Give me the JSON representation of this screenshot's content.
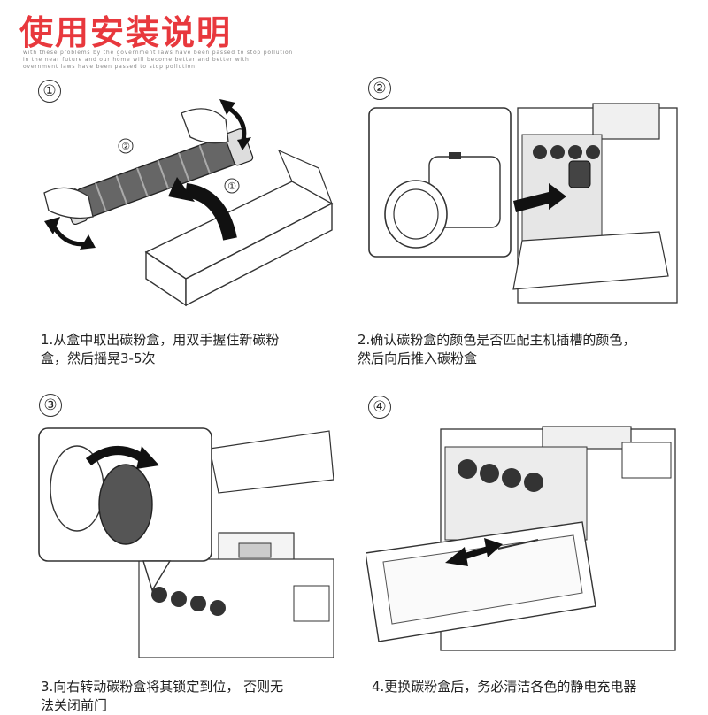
{
  "header": {
    "title": "使用安装说明",
    "subtitle_lines": [
      "with these problems by the government Laws have been passed to stop pollution",
      "in the near future and our home will become better and better with",
      "overnment Laws have been passed to stop pollution"
    ]
  },
  "steps": [
    {
      "number": "①",
      "part_labels": [
        "②",
        "①"
      ],
      "caption_lines": [
        "1.从盒中取出碳粉盒，用双手握住新碳粉",
        "盒，然后摇晃3-5次"
      ]
    },
    {
      "number": "②",
      "caption_lines": [
        "2.确认碳粉盒的颜色是否匹配主机插槽的颜色，",
        "然后向后推入碳粉盒"
      ]
    },
    {
      "number": "③",
      "caption_lines": [
        "3.向右转动碳粉盒将其锁定到位，  否则无",
        "法关闭前门"
      ]
    },
    {
      "number": "④",
      "caption_lines": [
        "4.更换碳粉盒后，务必清洁各色的静电充电器"
      ]
    }
  ]
}
